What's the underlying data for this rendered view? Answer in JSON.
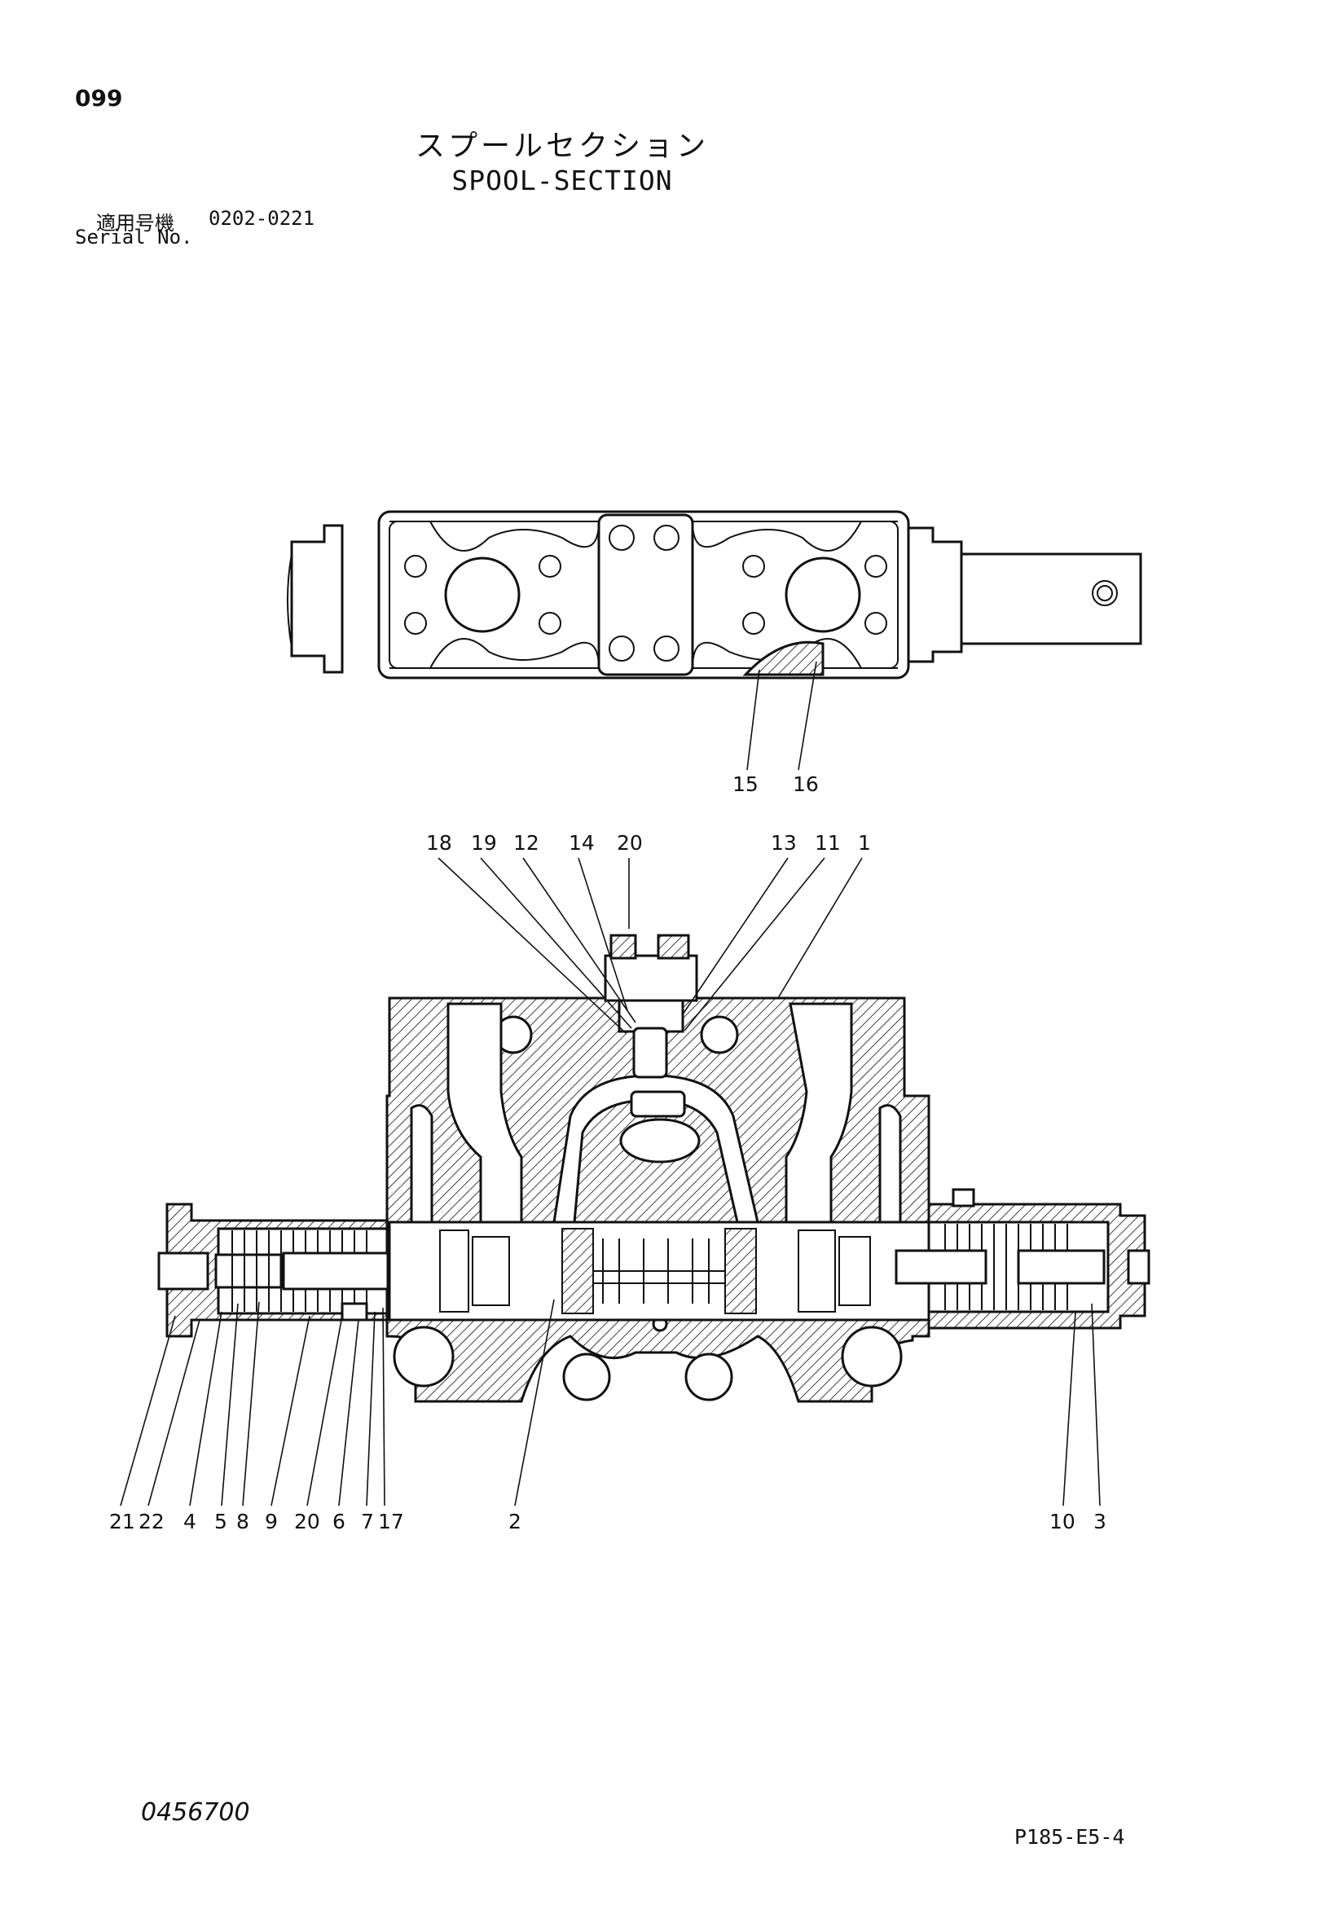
{
  "page_number": "099",
  "title_jp": "スプールセクション",
  "title_en": "SPOOL-SECTION",
  "serial": {
    "label_jp": "適用号機",
    "range": "0202-0221",
    "label_en": "Serial No."
  },
  "callouts_top": [
    "15",
    "16"
  ],
  "callouts_upper": [
    "18",
    "19",
    "12",
    "14",
    "20",
    "13",
    "11",
    "1"
  ],
  "callouts_lower_left": [
    "21",
    "22",
    "4",
    "5",
    "8",
    "9",
    "20",
    "6",
    "7",
    "17"
  ],
  "callouts_lower_mid": [
    "2"
  ],
  "callouts_lower_right": [
    "10",
    "3"
  ],
  "document_number": "0456700",
  "page_reference": "P185-E5-4"
}
